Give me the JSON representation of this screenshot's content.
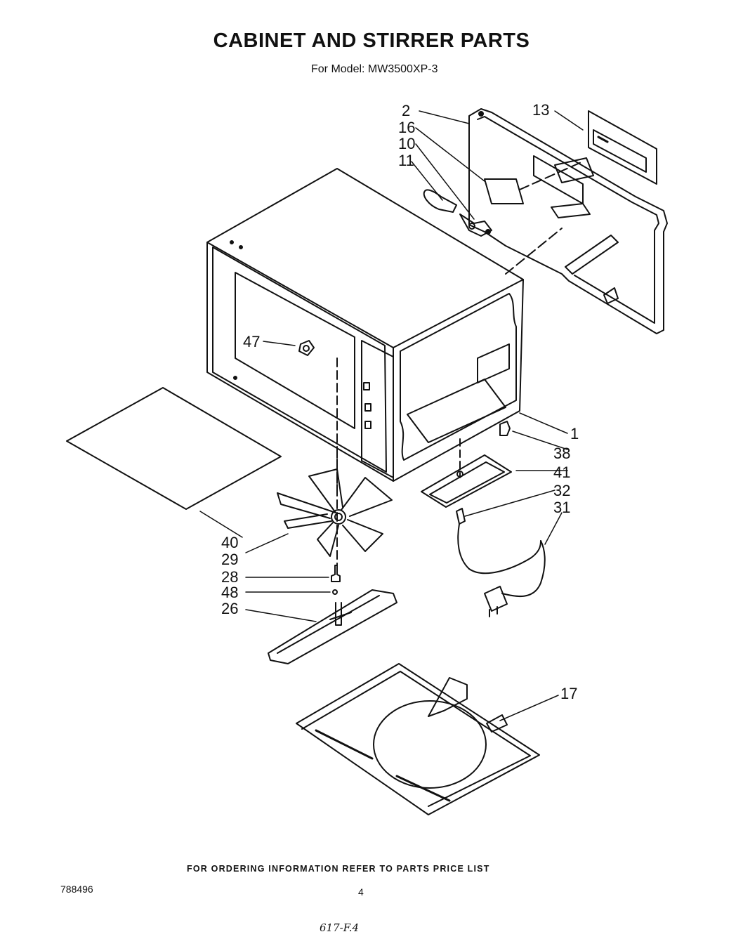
{
  "header": {
    "title": "CABINET AND STIRRER PARTS",
    "subtitle": "For Model: MW3500XP-3"
  },
  "callouts": [
    "2",
    "16",
    "10",
    "11",
    "13",
    "47",
    "1",
    "38",
    "41",
    "32",
    "31",
    "40",
    "29",
    "28",
    "48",
    "26",
    "17"
  ],
  "footer": {
    "ordering_note": "FOR ORDERING INFORMATION REFER TO PARTS PRICE LIST",
    "doc_number": "788496",
    "page_number": "4",
    "handwritten_note": "617-F.4"
  }
}
